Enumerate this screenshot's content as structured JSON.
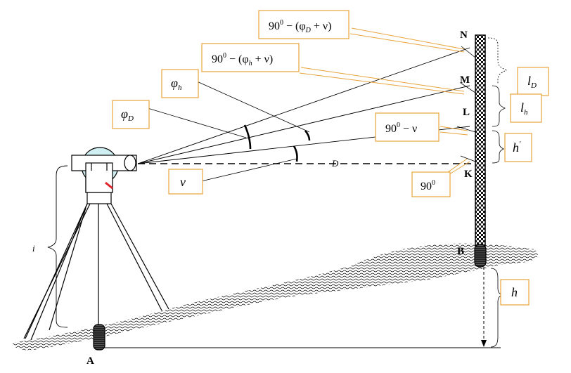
{
  "boxes": {
    "top_formula": {
      "base": "90",
      "sup": "0",
      "rest": " − (φ",
      "sub": "D",
      "tail": " + ν)"
    },
    "second_formula": {
      "base": "90",
      "sup": "0",
      "rest": " − (φ",
      "sub": "h",
      "tail": " + ν)"
    },
    "phi_h": {
      "main": "φ",
      "sub": "h"
    },
    "phi_D": {
      "main": "φ",
      "sub": "D"
    },
    "ninety_minus_nu": {
      "base": "90",
      "sup": "0",
      "rest": " − ν"
    },
    "nu": {
      "main": "ν"
    },
    "ninety": {
      "base": "90",
      "sup": "0"
    },
    "l_D": {
      "main": "l",
      "sub": "D"
    },
    "l_h": {
      "main": "l",
      "sub": "h"
    },
    "h_prime": {
      "main": "h",
      "sup": "'"
    },
    "h": {
      "main": "h"
    }
  },
  "points": {
    "N": "N",
    "M": "M",
    "L": "L",
    "K": "K",
    "B": "B",
    "A": "A"
  },
  "labels": {
    "D": "D",
    "i": "i"
  },
  "colors": {
    "box_border": "#e8a33a",
    "box_fill": "#ffffff",
    "scope_glass": "#cfeff2",
    "ground": "#000000"
  }
}
